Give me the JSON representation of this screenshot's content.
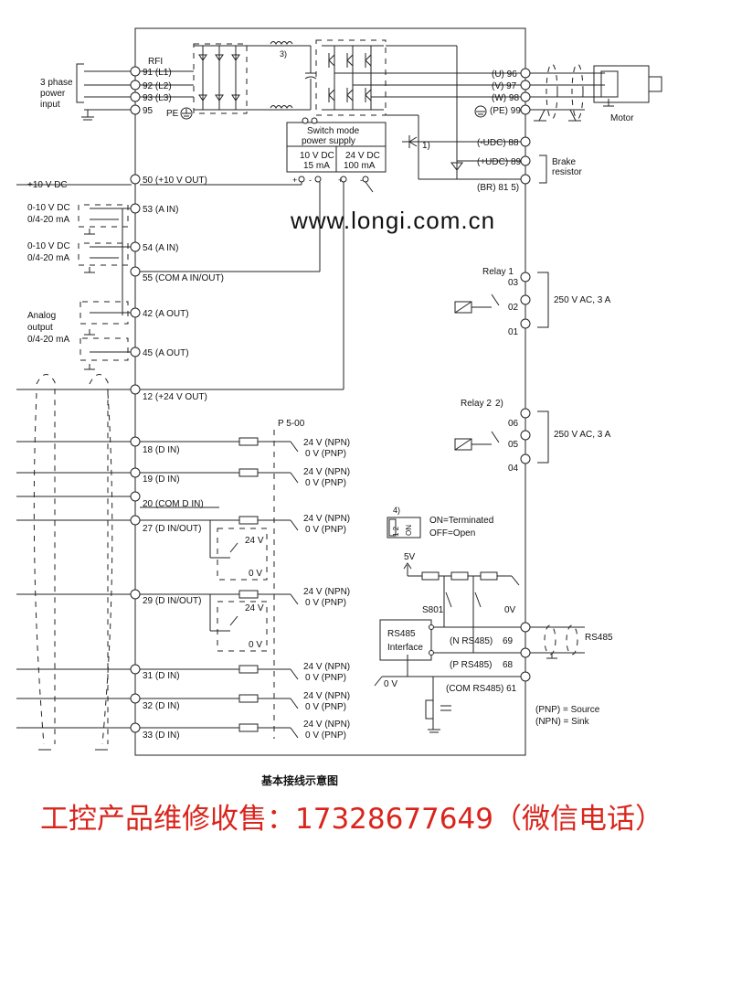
{
  "diagram": {
    "input": {
      "label_lines": [
        "3 phase",
        "power",
        "input"
      ],
      "rfi": "RFI",
      "pe": "PE"
    },
    "power_terminals": [
      "91 (L1)",
      "92 (L2)",
      "93 (L3)",
      "95"
    ],
    "note3": "3)",
    "smps": {
      "title_lines": [
        "Switch mode",
        "power supply"
      ],
      "left_lines": [
        "10 V DC",
        "15 mA"
      ],
      "right_lines": [
        "24 V DC",
        "100 mA"
      ]
    },
    "motor_terminals": [
      "(U) 96",
      "(V) 97",
      "(W) 98",
      "(PE) 99"
    ],
    "motor_label": "Motor",
    "dc_terminals": [
      "(-UDC) 88",
      "(+UDC) 89",
      "(BR) 81 5)"
    ],
    "note1": "1)",
    "brake_lines": [
      "Brake",
      "resistor"
    ],
    "left_supply": "+10 V DC",
    "analog_in_lines": [
      "0-10 V DC",
      "0/4-20  mA"
    ],
    "analog_out_lines": [
      "Analog",
      "output",
      "0/4-20 mA"
    ],
    "control_terminals": [
      "50 (+10 V OUT)",
      "53 (A IN)",
      "54 (A IN)",
      "55 (COM A IN/OUT)",
      "42 (A OUT)",
      "45 (A OUT)",
      "12 (+24 V OUT)"
    ],
    "digital_terminals": [
      "18 (D IN)",
      "19 (D IN)",
      "20    (COM D IN)",
      "27      (D IN/OUT)",
      "29      (D IN/OUT)",
      "31 (D IN)",
      "32 (D IN)",
      "33 (D IN)"
    ],
    "param": "P 5-00",
    "npn": "24 V (NPN)",
    "pnp": "0 V (PNP)",
    "box_24v": "24 V",
    "box_0v": "0 V",
    "relay1": {
      "label": "Relay 1",
      "pins": [
        "03",
        "02",
        "01"
      ],
      "rating": "250 V AC, 3 A"
    },
    "relay2": {
      "label": "Relay 2",
      "note": "2)",
      "pins": [
        "06",
        "05",
        "04"
      ],
      "rating": "250 V AC, 3 A"
    },
    "switch": {
      "note": "4)",
      "on_text": "ON=Terminated",
      "off_text": "OFF=Open",
      "sw_on": "ON",
      "sw_12": "1 2"
    },
    "rs485": {
      "v5": "5V",
      "s801": "S801",
      "zero_v": "0V",
      "interface_lines": [
        "RS485",
        "Interface"
      ],
      "n": "(N RS485)",
      "n_num": "69",
      "p": "(P RS485)",
      "p_num": "68",
      "com": "(COM RS485) 61",
      "com0v": "0 V",
      "right_label": "RS485"
    },
    "legend": [
      "(PNP) = Source",
      "(NPN) = Sink"
    ]
  },
  "watermark": "www.longi.com.cn",
  "caption": "基本接线示意图",
  "footer": "工控产品维修收售：17328677649（微信电话）",
  "colors": {
    "accent_red": "#d9251c",
    "line": "#222222"
  }
}
